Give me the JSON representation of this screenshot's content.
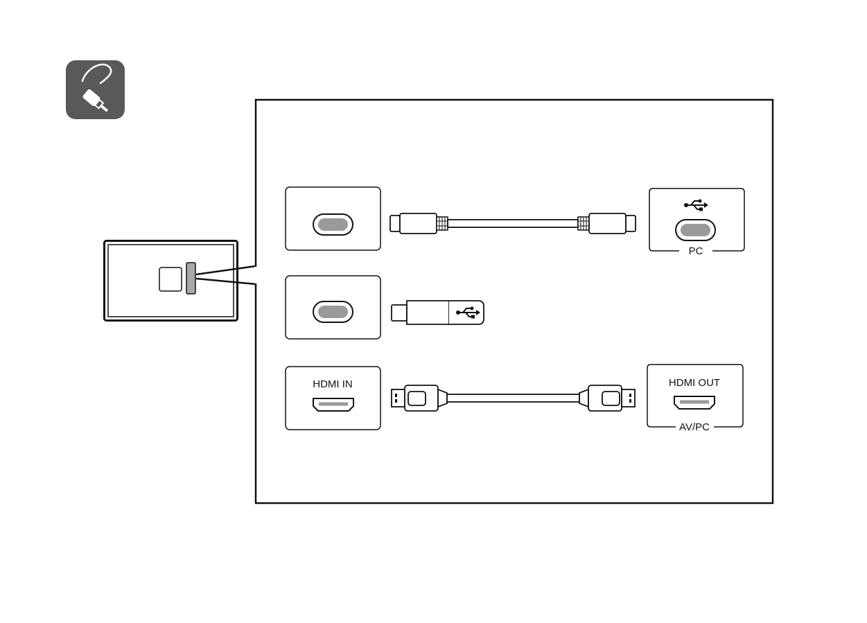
{
  "section_icon": "cable-icon",
  "device_panel": {
    "ports": [
      "square-port",
      "usb-c-port"
    ]
  },
  "connections": [
    {
      "device_port": "usb-c-port",
      "cable": "usb-c-to-usb-c-cable",
      "target_port": "usb-c-port",
      "target_symbol": "usb-icon",
      "target_caption": "PC"
    },
    {
      "device_port": "usb-c-port",
      "cable": "usb-c-flash-drive",
      "drive_symbol": "usb-icon"
    },
    {
      "device_port": "hdmi-port",
      "device_port_label": "HDMI IN",
      "cable": "hdmi-cable",
      "target_port": "hdmi-port",
      "target_port_label": "HDMI OUT",
      "target_caption": "AV/PC"
    }
  ],
  "colors": {
    "icon_background": "#58595b",
    "port_fill": "#9a9a9a",
    "line": "#111111",
    "background": "#ffffff"
  }
}
